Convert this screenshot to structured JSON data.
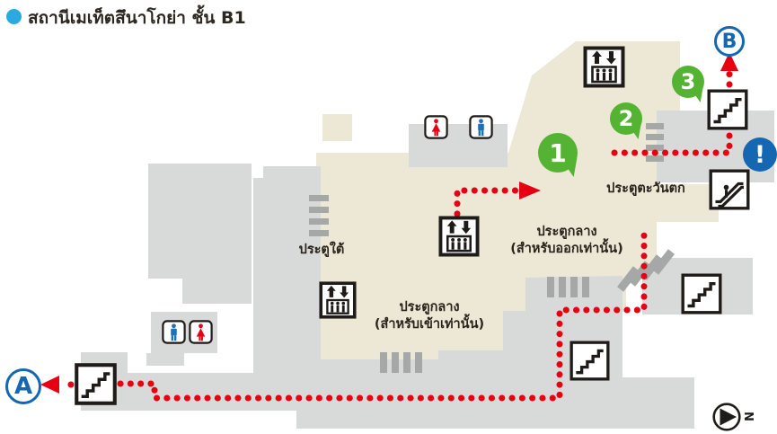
{
  "title": {
    "text": "สถานีเมเท็ตสึนาโกย่า ชั้น B1"
  },
  "gates": {
    "west": "ประตูตะวันตก",
    "south": "ประตูใต้",
    "central_exit": {
      "line1": "ประตูกลาง",
      "line2": "(สำหรับออกเท่านั้น)"
    },
    "central_entry": {
      "line1": "ประตูกลาง",
      "line2": "(สำหรับเข้าเท่านั้น)"
    }
  },
  "markers": {
    "exit_a": "A",
    "exit_b": "B",
    "alert": "!",
    "steps": [
      "1",
      "2",
      "3"
    ]
  },
  "compass": {
    "north_label": "N"
  },
  "colors": {
    "concourse_beige": "#ece8d5",
    "corridor_gray": "#d8d9d9",
    "gate_bar_gray": "#a6a7a7",
    "route_red": "#e60012",
    "step_green": "#54b332",
    "marker_blue": "#1467b0",
    "title_bullet_blue": "#29abe2",
    "toilet_men_blue": "#1d71b8",
    "toilet_women_red": "#e60012"
  },
  "icons": {
    "elevator": "elevator-icon",
    "stairs": "stairs-icon",
    "escalator": "escalator-icon",
    "toilet_men": "toilet-men-icon",
    "toilet_women": "toilet-women-icon",
    "compass": "compass-icon",
    "alert": "alert-icon"
  }
}
